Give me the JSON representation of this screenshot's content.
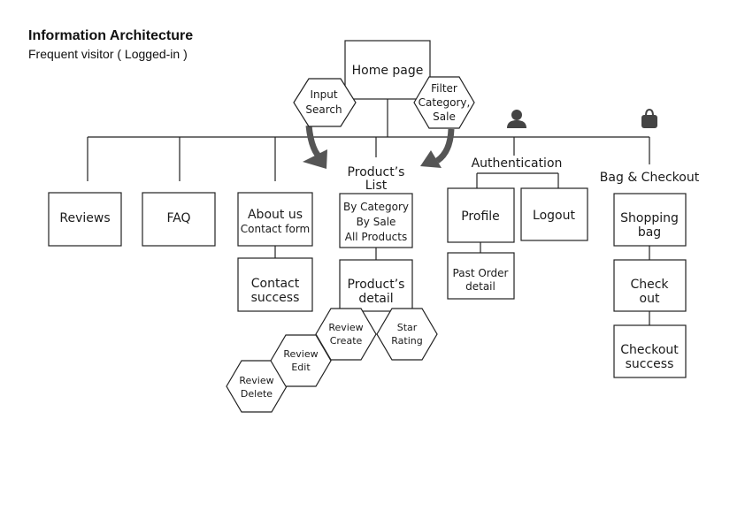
{
  "header": {
    "title": "Information Architecture",
    "subtitle": "Frequent visitor ( Logged-in )"
  },
  "nodes": {
    "home": "Home page",
    "input_search": [
      "Input",
      "Search"
    ],
    "filter": [
      "Filter",
      "Category,",
      "Sale"
    ],
    "reviews": "Reviews",
    "faq": "FAQ",
    "about_us": "About us",
    "contact_form": "Contact form",
    "contact_success": [
      "Contact",
      "success"
    ],
    "products_list_heading": [
      "Product’s",
      "List"
    ],
    "product_filters": [
      "By Category",
      "By Sale",
      "All Products"
    ],
    "product_detail": [
      "Product’s",
      "detail"
    ],
    "review_create": [
      "Review",
      "Create"
    ],
    "star_rating": [
      "Star",
      "Rating"
    ],
    "review_edit": [
      "Review",
      "Edit"
    ],
    "review_delete": [
      "Review",
      "Delete"
    ],
    "authentication": "Authentication",
    "profile": "Profile",
    "logout": "Logout",
    "past_order_detail": [
      "Past Order",
      "detail"
    ],
    "bag_checkout": "Bag & Checkout",
    "shopping_bag": [
      "Shopping",
      "bag"
    ],
    "check_out": [
      "Check",
      "out"
    ],
    "checkout_success": [
      "Checkout",
      "success"
    ]
  },
  "icons": {
    "user": "user-icon",
    "bag": "shopping-bag-icon"
  },
  "colors": {
    "stroke": "#222222",
    "icon": "#444444",
    "arrow": "#555555"
  }
}
